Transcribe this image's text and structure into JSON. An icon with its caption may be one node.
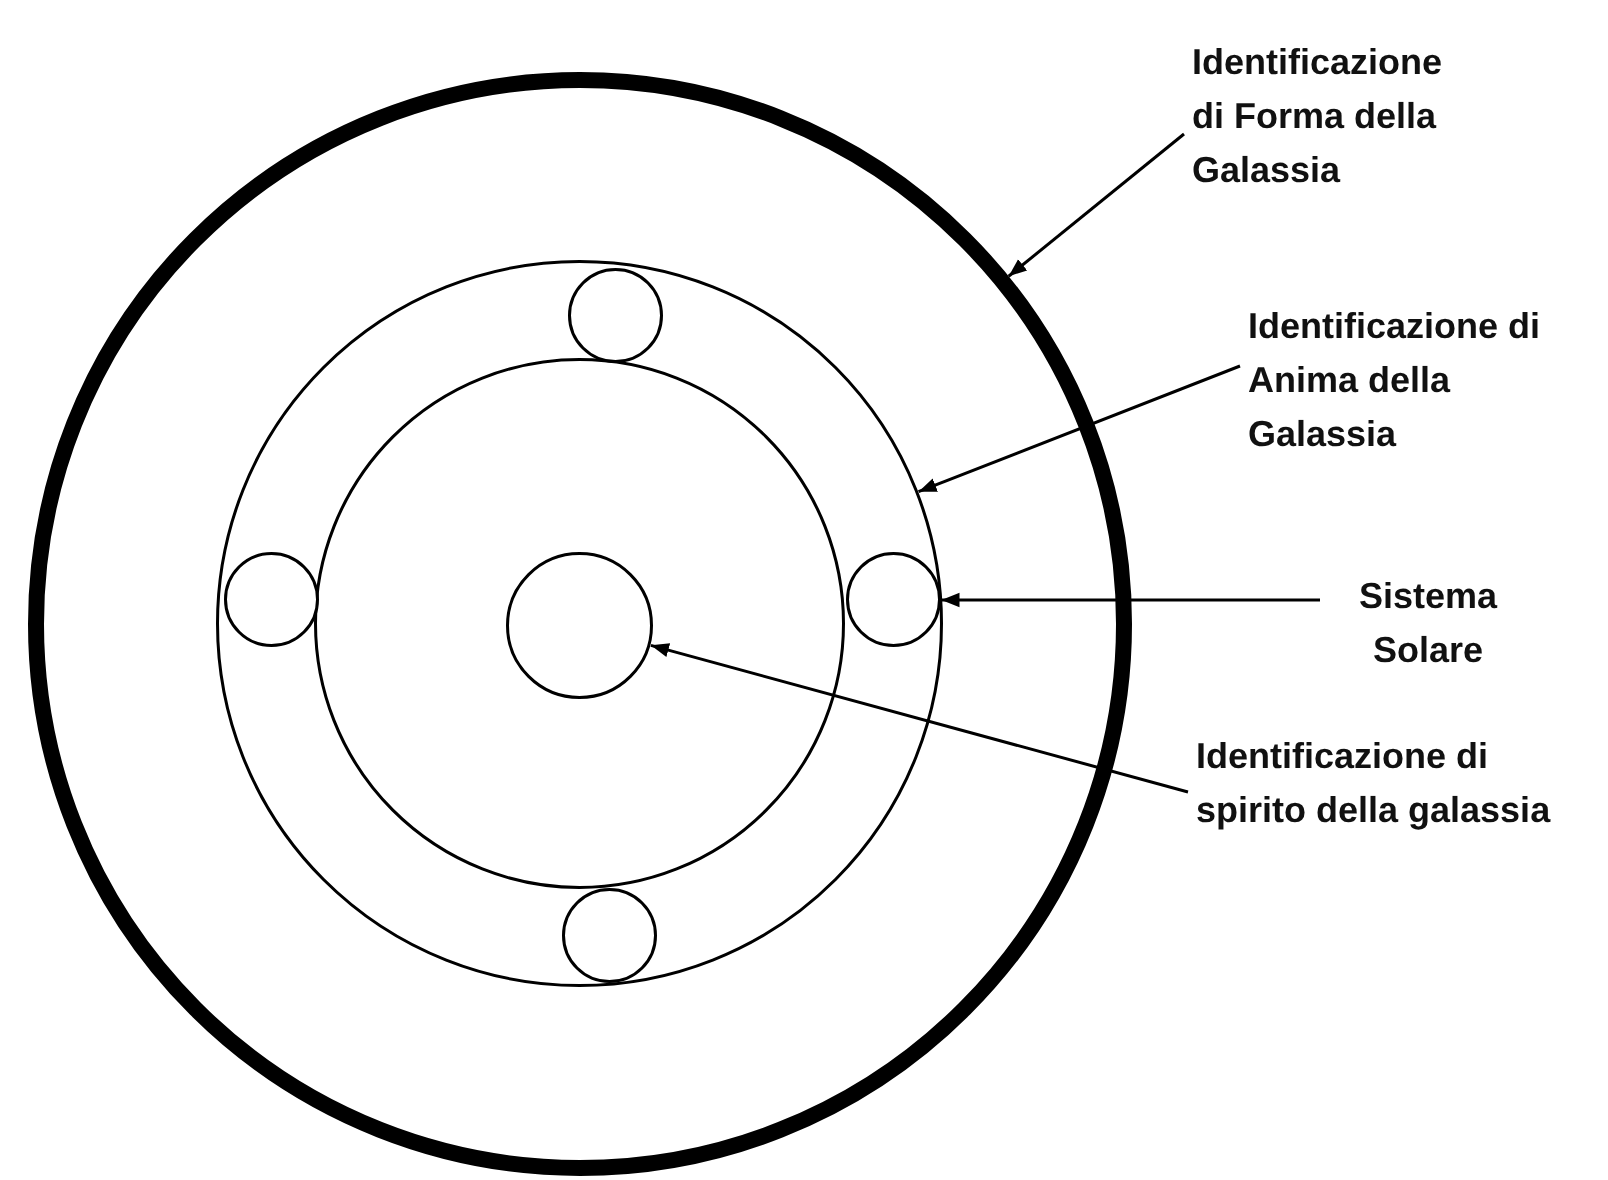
{
  "diagram": {
    "nodes": [
      {
        "text": [],
        "shape": "circle"
      },
      {
        "text": [],
        "shape": "circle",
        "in": 0
      },
      {
        "text": [],
        "shape": "circle",
        "in": 1
      },
      {
        "text": [],
        "shape": "circle",
        "in": 2
      },
      {
        "text": [],
        "shape": "circle",
        "in": 1
      },
      {
        "text": [],
        "shape": "circle",
        "in": 1
      },
      {
        "text": [],
        "shape": "circle",
        "in": 1
      },
      {
        "text": [],
        "shape": "circle",
        "in": 1
      },
      {
        "text": [
          "Identificazione di Forma della Galassia"
        ]
      },
      {
        "text": [
          "Identificazione di Anima della Galassia"
        ]
      },
      {
        "text": [
          "Sistema Solare"
        ]
      },
      {
        "text": [
          "Identificazione di spirito della galassia"
        ]
      }
    ],
    "edges": [
      {
        "from": 8,
        "to": 0,
        "arrow": "to"
      },
      {
        "from": 9,
        "to": 1,
        "arrow": "to"
      },
      {
        "from": 10,
        "to": 6,
        "arrow": "to"
      },
      {
        "from": 11,
        "to": 3,
        "arrow": "to"
      }
    ]
  }
}
